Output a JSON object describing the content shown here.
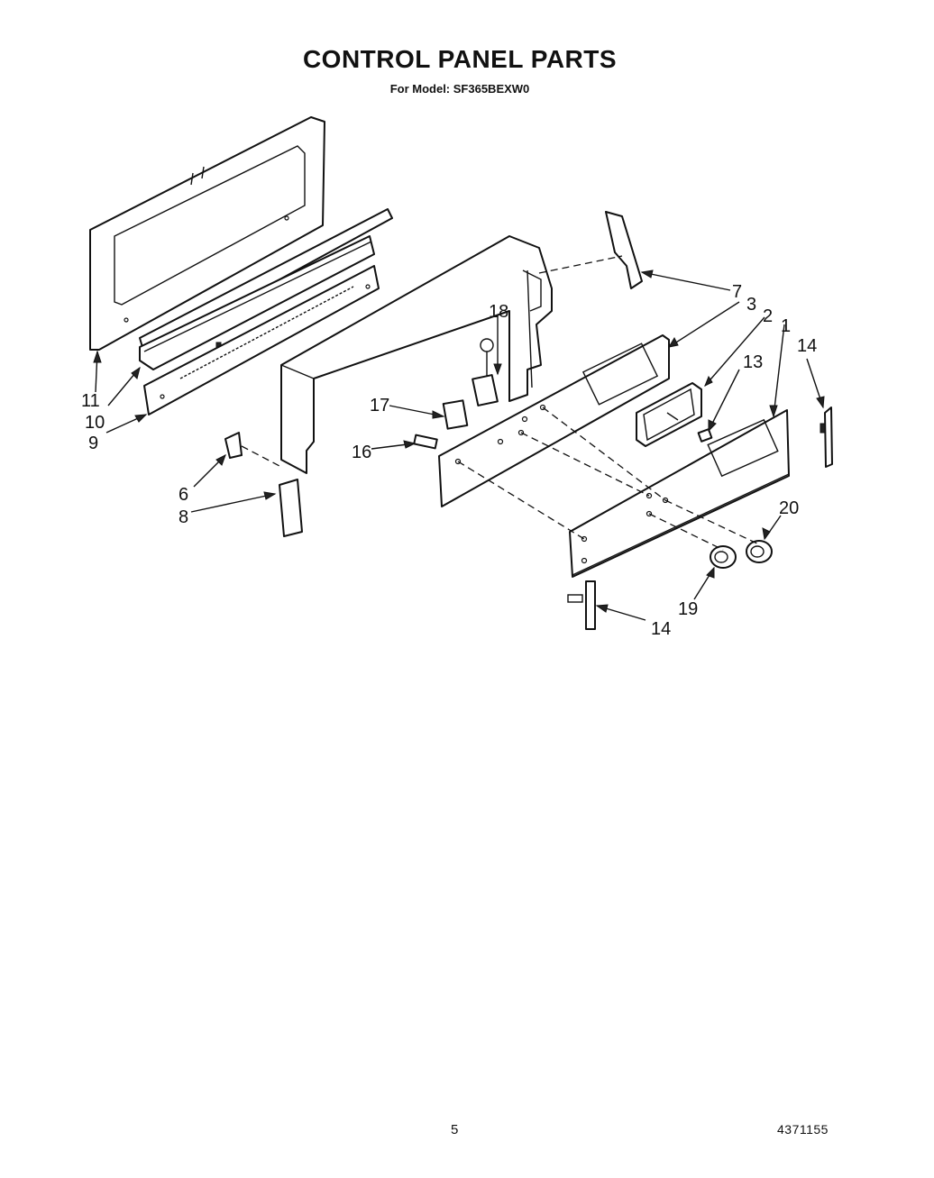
{
  "header": {
    "title": "CONTROL PANEL PARTS",
    "subtitle": "For Model: SF365BEXW0"
  },
  "footer": {
    "page_number": "5",
    "doc_number": "4371155"
  },
  "callouts": [
    {
      "id": "c7",
      "label": "7"
    },
    {
      "id": "c3",
      "label": "3"
    },
    {
      "id": "c2",
      "label": "2"
    },
    {
      "id": "c1",
      "label": "1"
    },
    {
      "id": "c14a",
      "label": "14"
    },
    {
      "id": "c18",
      "label": "18"
    },
    {
      "id": "c13",
      "label": "13"
    },
    {
      "id": "c17",
      "label": "17"
    },
    {
      "id": "c16",
      "label": "16"
    },
    {
      "id": "c11",
      "label": "11"
    },
    {
      "id": "c10",
      "label": "10"
    },
    {
      "id": "c9",
      "label": "9"
    },
    {
      "id": "c6",
      "label": "6"
    },
    {
      "id": "c8",
      "label": "8"
    },
    {
      "id": "c20",
      "label": "20"
    },
    {
      "id": "c19",
      "label": "19"
    },
    {
      "id": "c14b",
      "label": "14"
    }
  ]
}
